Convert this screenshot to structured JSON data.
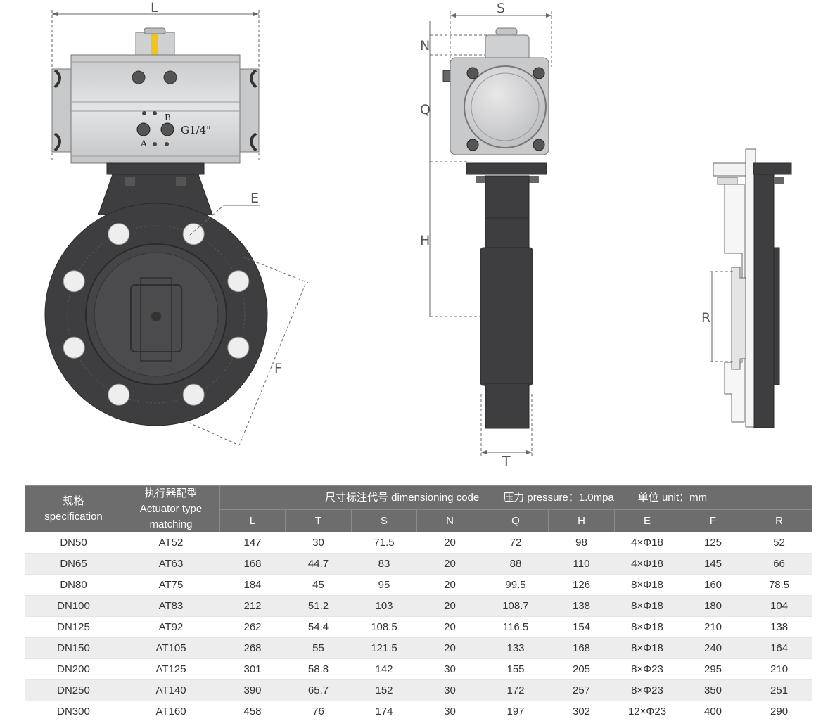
{
  "drawing": {
    "front_view": {
      "dim_L": "L",
      "dim_E": "E",
      "dim_F": "F",
      "port_a": "A",
      "port_b": "B",
      "thread": "G1/4\""
    },
    "side_view": {
      "dim_S": "S",
      "dim_N": "N",
      "dim_Q": "Q",
      "dim_H": "H",
      "dim_T": "T"
    },
    "section_view": {
      "dim_R": "R"
    },
    "colors": {
      "body": "#3e3e40",
      "actuator": "#d9dadb",
      "bolt": "#eeeeee",
      "indicator": "#f0c419"
    }
  },
  "table": {
    "spec_header": {
      "cn": "规格",
      "en": "specification"
    },
    "actuator_header": {
      "cn": "执行器配型",
      "en1": "Actuator type",
      "en2": "matching"
    },
    "dimension_header": "尺寸标注代号 dimensioning code",
    "pressure_header": "压力 pressure：1.0mpa",
    "unit_header": "单位 unit：mm",
    "columns": [
      "L",
      "T",
      "S",
      "N",
      "Q",
      "H",
      "E",
      "F",
      "R"
    ],
    "rows": [
      [
        "DN50",
        "AT52",
        "147",
        "30",
        "71.5",
        "20",
        "72",
        "98",
        "4×Φ18",
        "125",
        "52"
      ],
      [
        "DN65",
        "AT63",
        "168",
        "44.7",
        "83",
        "20",
        "88",
        "110",
        "4×Φ18",
        "145",
        "66"
      ],
      [
        "DN80",
        "AT75",
        "184",
        "45",
        "95",
        "20",
        "99.5",
        "126",
        "8×Φ18",
        "160",
        "78.5"
      ],
      [
        "DN100",
        "AT83",
        "212",
        "51.2",
        "103",
        "20",
        "108.7",
        "138",
        "8×Φ18",
        "180",
        "104"
      ],
      [
        "DN125",
        "AT92",
        "262",
        "54.4",
        "108.5",
        "20",
        "116.5",
        "154",
        "8×Φ18",
        "210",
        "138"
      ],
      [
        "DN150",
        "AT105",
        "268",
        "55",
        "121.5",
        "20",
        "133",
        "168",
        "8×Φ18",
        "240",
        "164"
      ],
      [
        "DN200",
        "AT125",
        "301",
        "58.8",
        "142",
        "30",
        "155",
        "205",
        "8×Φ23",
        "295",
        "210"
      ],
      [
        "DN250",
        "AT140",
        "390",
        "65.7",
        "152",
        "30",
        "172",
        "257",
        "8×Φ23",
        "350",
        "251"
      ],
      [
        "DN300",
        "AT160",
        "458",
        "76",
        "174",
        "30",
        "197",
        "302",
        "12×Φ23",
        "400",
        "290"
      ]
    ]
  }
}
